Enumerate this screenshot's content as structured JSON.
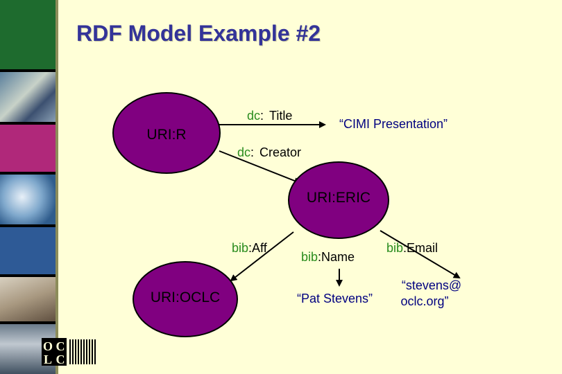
{
  "slide": {
    "title": "RDF Model Example #2"
  },
  "colors": {
    "title": "#333399",
    "node_fill": "#800080",
    "node_stroke": "#000000",
    "prefix": "#2A8C1E",
    "literal_text": "#000080",
    "background": "#FFFFD7"
  },
  "diagram": {
    "nodes": {
      "r": "URI:R",
      "eric": "URI:ERIC",
      "oclc": "URI:OCLC"
    },
    "edges": {
      "title": {
        "prefix": "dc",
        "sep": ":",
        "name": "Title"
      },
      "creator": {
        "prefix": "dc",
        "sep": ":",
        "name": "Creator"
      },
      "aff": {
        "prefix": "bib",
        "sep": ":",
        "name": "Aff"
      },
      "name": {
        "prefix": "bib",
        "sep": ":",
        "name": "Name"
      },
      "email": {
        "prefix": "bib",
        "sep": ":",
        "name": "Email"
      }
    },
    "literals": {
      "presentation": "“CIMI Presentation”",
      "pat": "“Pat Stevens”",
      "email_line1": "“stevens@",
      "email_line2": "oclc.org”"
    }
  },
  "logo": {
    "text": "OCLC"
  }
}
